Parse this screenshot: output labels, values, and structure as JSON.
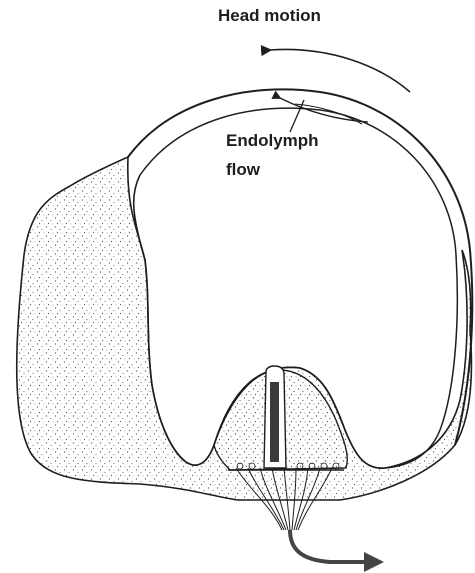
{
  "labels": {
    "head_motion": "Head motion",
    "endolymph_line1": "Endolymph",
    "endolymph_line2": "flow"
  },
  "colors": {
    "ink": "#1e1e1e",
    "stipple": "#555555",
    "background": "#ffffff"
  }
}
